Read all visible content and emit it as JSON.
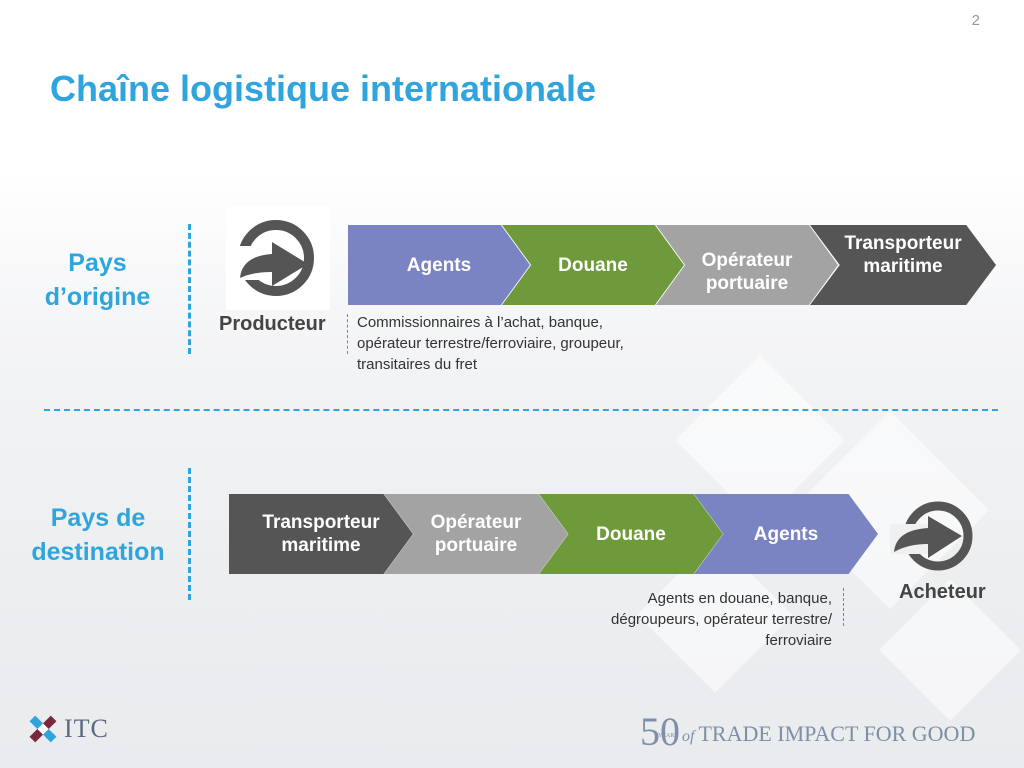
{
  "page_number": "2",
  "title": "Chaîne logistique internationale",
  "origin": {
    "label_line1": "Pays",
    "label_line2": "d’origine",
    "actor": "Producteur",
    "chain": [
      {
        "line1": "Agents",
        "line2": "",
        "color": "#7b84c3"
      },
      {
        "line1": "Douane",
        "line2": "",
        "color": "#6f9a3c"
      },
      {
        "line1": "Opérateur",
        "line2": "portuaire",
        "color": "#a3a3a3"
      },
      {
        "line1": "Transporteur",
        "line2": "maritime",
        "color": "#555555"
      }
    ],
    "note_lines": [
      "Commissionnaires à l’achat, banque,",
      "opérateur terrestre/ferroviaire, groupeur,",
      "transitaires du fret"
    ],
    "icon": "arrow-circle-icon"
  },
  "destination": {
    "label_line1": "Pays de",
    "label_line2": "destination",
    "actor": "Acheteur",
    "chain": [
      {
        "line1": "Transporteur",
        "line2": "maritime",
        "color": "#555555"
      },
      {
        "line1": "Opérateur",
        "line2": "portuaire",
        "color": "#a3a3a3"
      },
      {
        "line1": "Douane",
        "line2": "",
        "color": "#6f9a3c"
      },
      {
        "line1": "Agents",
        "line2": "",
        "color": "#7b84c3"
      }
    ],
    "note_lines": [
      "Agents en douane, banque,",
      "dégroupeurs, opérateur terrestre/",
      "ferroviaire"
    ],
    "icon": "arrow-circle-icon"
  },
  "footer": {
    "itc_logo_text": "ITC",
    "anniversary_number": "50",
    "anniversary_small": "YEARS",
    "anniversary_of": "of",
    "tagline": "TRADE IMPACT FOR GOOD"
  },
  "colors": {
    "accent": "#2fa4dd",
    "agents": "#7b84c3",
    "douane": "#6f9a3c",
    "operateur": "#a3a3a3",
    "transporteur": "#555555"
  }
}
